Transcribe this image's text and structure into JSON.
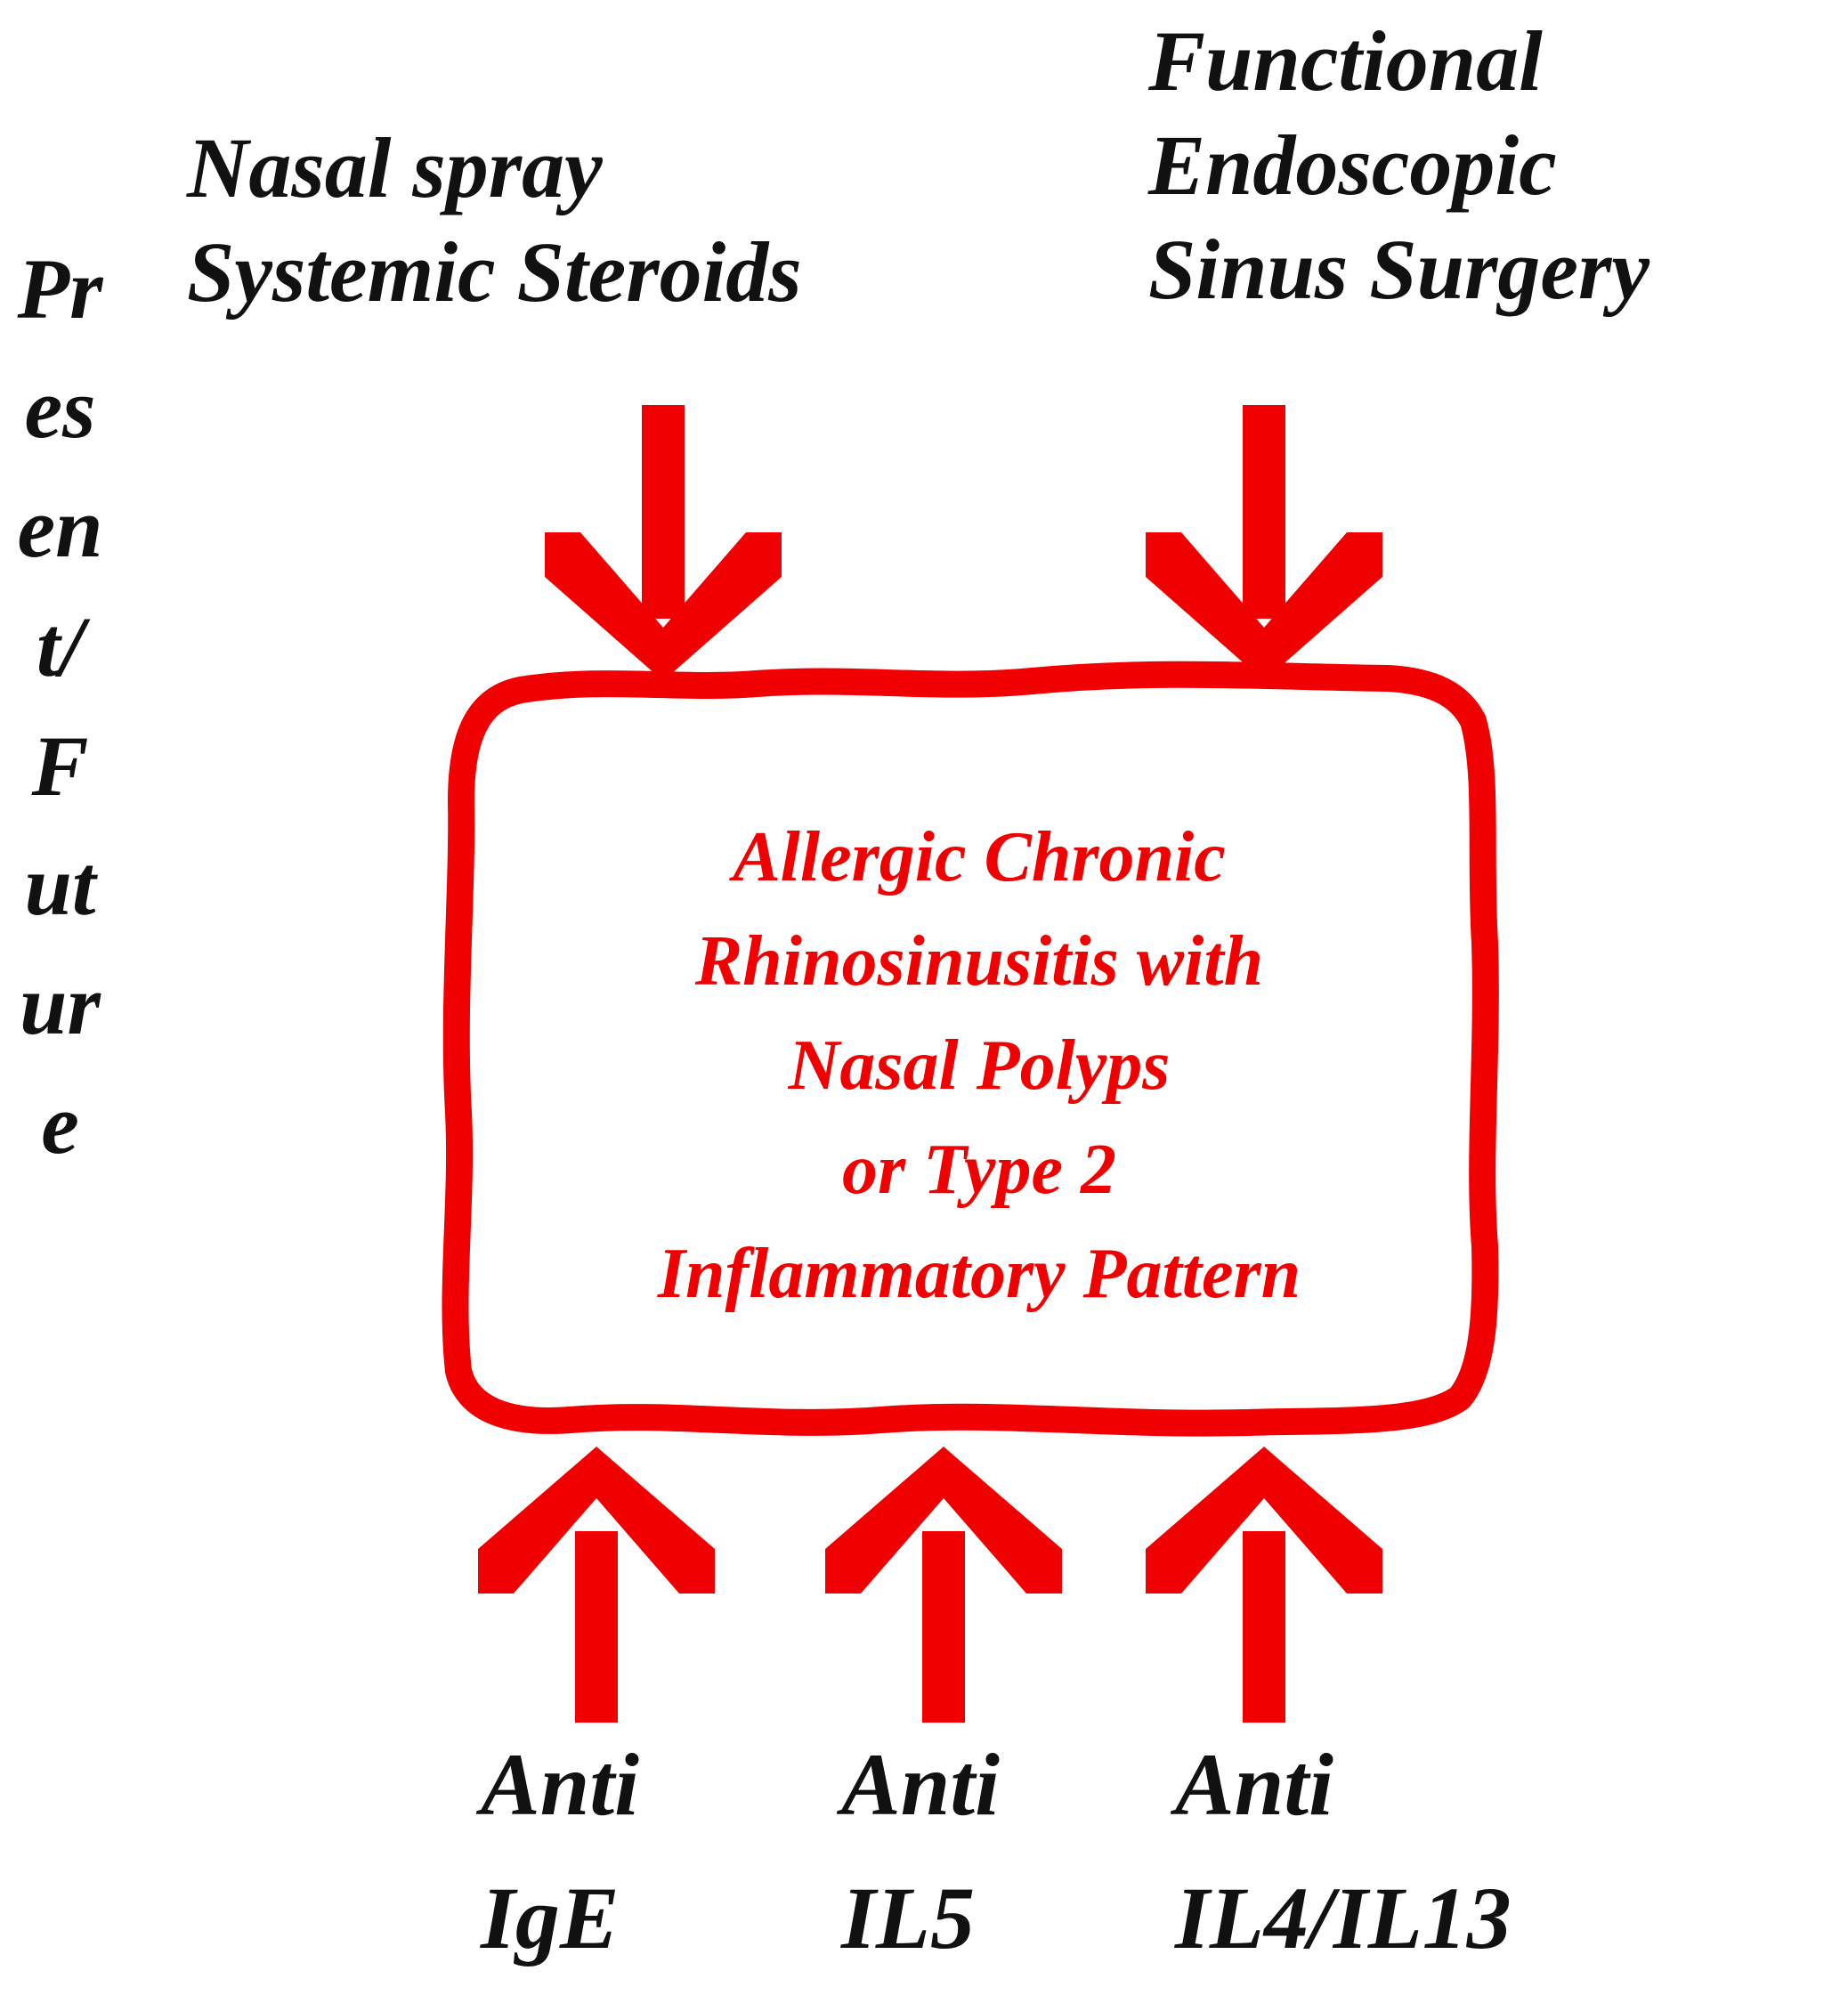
{
  "side_label": "Present/Future",
  "top_left_label": [
    "Nasal spray",
    "Systemic Steroids"
  ],
  "top_right_label": [
    "Functional",
    "Endoscopic",
    "Sinus Surgery"
  ],
  "center_box_label": [
    "Allergic Chronic",
    "Rhinosinusitis with",
    "Nasal Polyps",
    "or Type 2",
    "Inflammatory Pattern"
  ],
  "bottom_labels": [
    [
      "Anti",
      "IgE"
    ],
    [
      "Anti",
      "IL5"
    ],
    [
      "Anti",
      "IL4/IL13"
    ]
  ],
  "colors": {
    "accent": "#f00000",
    "text": "#111111",
    "background": "#ffffff"
  }
}
